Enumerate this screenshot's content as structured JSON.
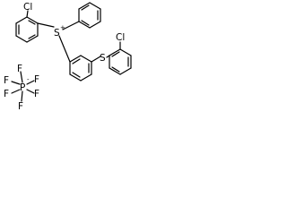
{
  "molecule": {
    "cation": {
      "sulfonium_label": "S",
      "sulfonium_charge": "+",
      "thioether_label": "S",
      "chloro_top_label": "Cl",
      "chloro_right_label": "Cl"
    },
    "anion": {
      "phosphorus_label": "P",
      "phosphorus_charge": "-",
      "fluorine_labels": [
        "F",
        "F",
        "F",
        "F",
        "F",
        "F"
      ]
    }
  },
  "colors": {
    "bond": "#000000",
    "background": "#ffffff"
  }
}
